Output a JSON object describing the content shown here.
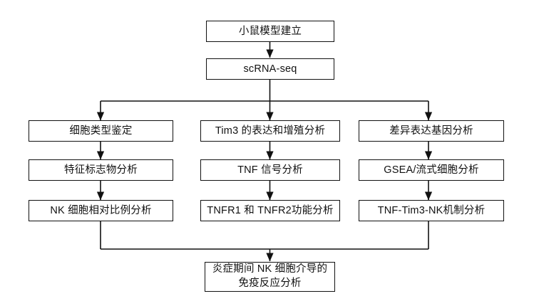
{
  "diagram": {
    "title_text": "",
    "background_color": "#ffffff",
    "line_color": "#111111",
    "box_border_color": "#111111",
    "box_fill_color": "#ffffff",
    "text_color": "#111111"
  },
  "nodes": {
    "model": {
      "label": "小鼠模型建立"
    },
    "scrnaseq": {
      "label": "scRNA-seq"
    },
    "left1": {
      "label": "细胞类型鉴定"
    },
    "left2": {
      "label": "特征标志物分析"
    },
    "left3": {
      "label": "NK 细胞相对比例分析"
    },
    "mid1": {
      "label": "Tim3 的表达和增殖分析"
    },
    "mid2": {
      "label": "TNF 信号分析"
    },
    "mid3": {
      "label": "TNFR1 和 TNFR2功能分析"
    },
    "right1": {
      "label": "差异表达基因分析"
    },
    "right2": {
      "label": "GSEA/流式细胞分析"
    },
    "right3": {
      "label": "TNF-Tim3-NK机制分析"
    },
    "outcome": {
      "label": "炎症期间 NK 细胞介导的\n免疫反应分析"
    }
  }
}
